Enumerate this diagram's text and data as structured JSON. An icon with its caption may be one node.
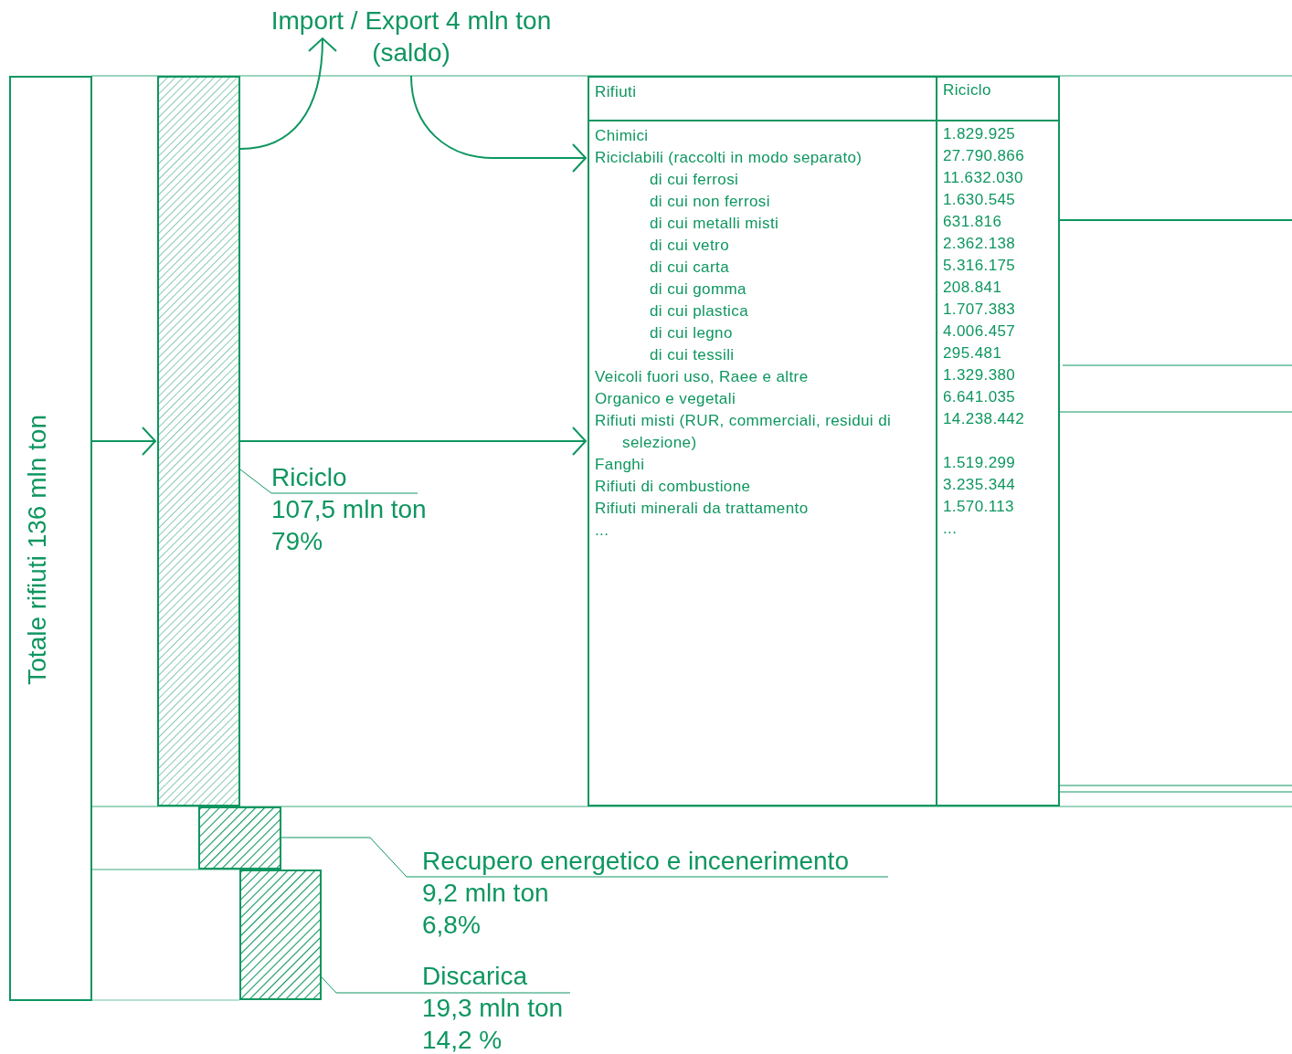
{
  "diagram": {
    "nodes": [
      {
        "text": [
          "Totale rifiuti 136 mln ton"
        ]
      },
      {
        "text": [],
        "shape": "bar"
      },
      {
        "text": [],
        "shape": "bar"
      },
      {
        "text": [],
        "shape": "bar"
      },
      {
        "text": [
          "Import / Export 4 mln ton (saldo)"
        ]
      },
      {
        "text": [],
        "shape": "box"
      },
      {
        "text": [
          "Riciclo",
          "107,5 mln ton",
          "79%"
        ]
      },
      {
        "text": [
          "Recupero energetico e incenerimento",
          "9,2 mln ton",
          "6,8%"
        ]
      },
      {
        "text": [
          "Discarica",
          "19,3 mln ton",
          "14,2 %"
        ]
      }
    ],
    "edges": [
      {
        "from": 0,
        "to": 1,
        "arrow": "to"
      },
      {
        "from": 1,
        "to": 4,
        "arrow": "to"
      },
      {
        "from": 4,
        "to": 5,
        "arrow": "to"
      },
      {
        "from": 1,
        "to": 5,
        "arrow": "to"
      },
      {
        "from": 6,
        "to": 1,
        "arrow": "none"
      },
      {
        "from": 7,
        "to": 2,
        "arrow": "none"
      },
      {
        "from": 8,
        "to": 3,
        "arrow": "none"
      }
    ],
    "labels": [
      "Rifiuti",
      "Riciclo",
      "Chimici",
      "1.829.925",
      "Riciclabili (raccolti in modo separato)",
      "27.790.866",
      "di cui ferrosi",
      "11.632.030",
      "di cui non ferrosi",
      "1.630.545",
      "di cui metalli misti",
      "631.816",
      "di cui vetro",
      "2.362.138",
      "di cui carta",
      "5.316.175",
      "di cui gomma",
      "208.841",
      "di cui plastica",
      "1.707.383",
      "di cui legno",
      "4.006.457",
      "di cui tessili",
      "295.481",
      "Veicoli fuori uso, Raee e altre",
      "1.329.380",
      "Organico e vegetali",
      "6.641.035",
      "Rifiuti misti (RUR, commerciali, residui di selezione)",
      "14.238.442",
      "Fanghi",
      "1.519.299",
      "Rifiuti di combustione",
      "3.235.344",
      "Rifiuti minerali da trattamento",
      "1.570.113",
      "...",
      "..."
    ]
  }
}
